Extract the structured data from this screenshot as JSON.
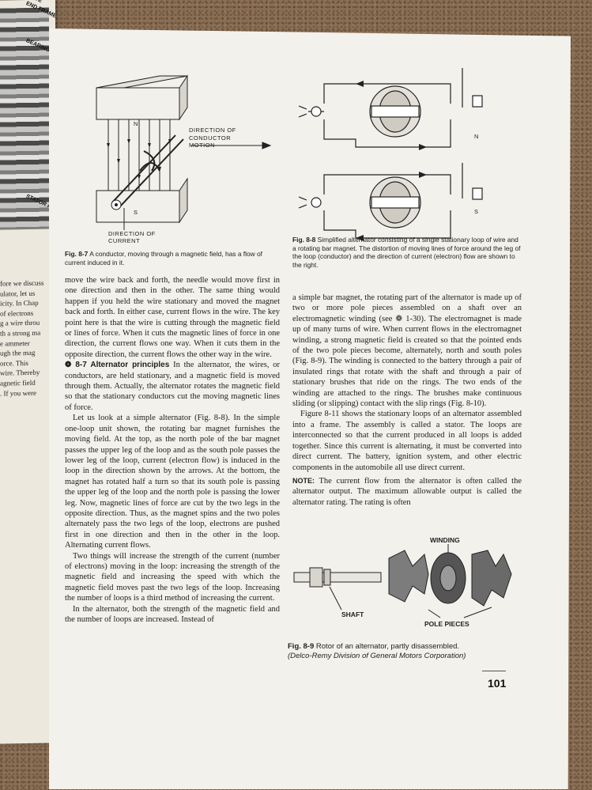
{
  "left_page": {
    "labels": [
      "DRIVE",
      "END FRAME",
      "BEARING",
      "STATOR ASSEMBLY"
    ],
    "lines": [
      "fore we discuss",
      "ulator, let us",
      "icity. In Chap",
      "of electrons",
      "g a wire throu",
      "th a strong ma",
      "e ammeter",
      "ugh the mag",
      "orce. This",
      "wire. Thereby",
      "agnetic field",
      ". If you were"
    ]
  },
  "fig_8_7": {
    "label_n": "N",
    "label_s": "S",
    "motion_label_1": "DIRECTION OF",
    "motion_label_2": "CONDUCTOR",
    "motion_label_3": "MOTION",
    "current_label_1": "DIRECTION OF",
    "current_label_2": "CURRENT",
    "caption_no": "Fig. 8-7",
    "caption_text": "A conductor, moving through a magnetic field, has a flow of current induced in it."
  },
  "fig_8_8": {
    "label_n": "N",
    "label_s": "S",
    "caption_no": "Fig. 8-8",
    "caption_text": "Simplified alternator consisting of a single stationary loop of wire and a rotating bar magnet. The distortion of moving lines of force around the leg of the loop (conductor) and the direction of current (electron) flow are shown to the right."
  },
  "fig_8_9": {
    "winding_label": "WINDING",
    "shaft_label": "SHAFT",
    "pole_label": "POLE PIECES",
    "caption_no": "Fig. 8-9",
    "caption_text": "Rotor of an alternator, partly disassembled.",
    "caption_source": "(Delco-Remy Division of General Motors Corporation)"
  },
  "left_column": {
    "p1": "move the wire back and forth, the needle would move first in one direction and then in the other. The same thing would happen if you held the wire stationary and moved the magnet back and forth. In either case, current flows in the wire. The key point here is that the wire is cutting through the magnetic field or lines of force. When it cuts the magnetic lines of force in one direction, the current flows one way. When it cuts them in the opposite direction, the current flows the other way in the wire.",
    "heading": "8-7 Alternator principles",
    "p2": "In the alternator, the wires, or conductors, are held stationary, and a magnetic field is moved through them. Actually, the alternator rotates the magnetic field so that the stationary conductors cut the moving magnetic lines of force.",
    "p3": "Let us look at a simple alternator (Fig. 8-8). In the simple one-loop unit shown, the rotating bar magnet furnishes the moving field. At the top, as the north pole of the bar magnet passes the upper leg of the loop and as the south pole passes the lower leg of the loop, current (electron flow) is induced in the loop in the direction shown by the arrows. At the bottom, the magnet has rotated half a turn so that its south pole is passing the upper leg of the loop and the north pole is passing the lower leg. Now, magnetic lines of force are cut by the two legs in the opposite direction. Thus, as the magnet spins and the two poles alternately pass the two legs of the loop, electrons are pushed first in one direction and then in the other in the loop. Alternating current flows.",
    "p4": "Two things will increase the strength of the current (number of electrons) moving in the loop: increasing the strength of the magnetic field and increasing the speed with which the magnetic field moves past the two legs of the loop. Increasing the number of loops is a third method of increasing the current.",
    "p5": "In the alternator, both the strength of the magnetic field and the number of loops are increased. Instead of"
  },
  "right_column": {
    "p1": "a simple bar magnet, the rotating part of the alternator is made up of two or more pole pieces assembled on a shaft over an electromagnetic winding (see ❁ 1-30). The electromagnet is made up of many turns of wire. When current flows in the electromagnet winding, a strong magnetic field is created so that the pointed ends of the two pole pieces become, alternately, north and south poles (Fig. 8-9). The winding is connected to the battery through a pair of insulated rings that rotate with the shaft and through a pair of stationary brushes that ride on the rings. The two ends of the winding are attached to the rings. The brushes make continuous sliding (or slipping) contact with the slip rings (Fig. 8-10).",
    "p2": "Figure 8-11 shows the stationary loops of an alternator assembled into a frame. The assembly is called a stator. The loops are interconnected so that the current produced in all loops is added together. Since this current is alternating, it must be converted into direct current. The battery, ignition system, and other electric components in the automobile all use direct current.",
    "note_label": "NOTE:",
    "note_text": "The current flow from the alternator is often called the alternator output. The maximum allowable output is called the alternator rating. The rating is often"
  },
  "page_number": "101"
}
